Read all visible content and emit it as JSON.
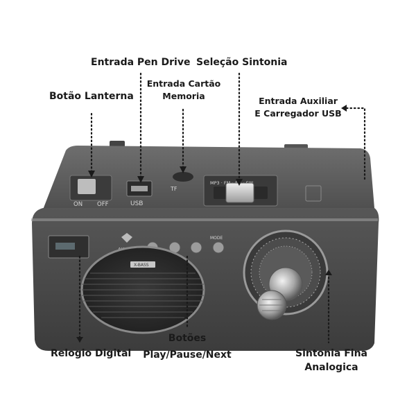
{
  "callouts": {
    "pen_drive": "Entrada Pen Drive",
    "tuning_selector": "Seleção Sintonia",
    "card_slot_line1": "Entrada Cartão",
    "card_slot_line2": "Memoria",
    "flashlight": "Botão Lanterna",
    "aux_line1": "Entrada Auxiliar",
    "aux_line2": "E Carregador USB",
    "clock": "Relogio Digital",
    "buttons_line1": "Botões",
    "buttons_line2": "Play/Pause/Next",
    "fine_tuning_line1": "Sintonia Fina",
    "fine_tuning_line2": "Analogica"
  },
  "device_markings": {
    "switch_on": "ON",
    "switch_off": "OFF",
    "usb": "USB",
    "tf": "TF",
    "bands": "MP3 · FM · AM · SW",
    "model": "AK-1706",
    "mode": "MODE",
    "speaker_badge": "X-BASS"
  },
  "colors": {
    "background": "#ffffff",
    "body_top": "#5b5b5b",
    "body_front": "#4a4a4a",
    "panel": "#6a6a6a",
    "dotted_line": "#1a1a1a"
  }
}
